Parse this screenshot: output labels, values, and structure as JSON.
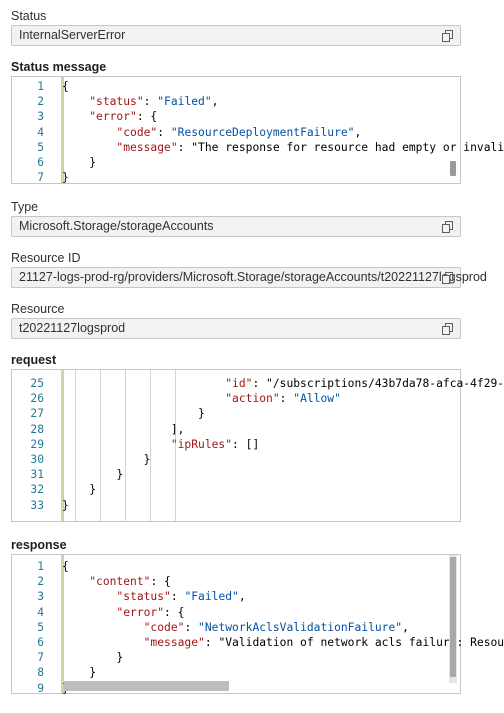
{
  "status": {
    "label": "Status",
    "value": "InternalServerError"
  },
  "status_message": {
    "label": "Status message",
    "lines": [
      {
        "n": "1",
        "t": "{"
      },
      {
        "n": "2",
        "t": "    \"status\": \"Failed\","
      },
      {
        "n": "3",
        "t": "    \"error\": {"
      },
      {
        "n": "4",
        "t": "        \"code\": \"ResourceDeploymentFailure\","
      },
      {
        "n": "5",
        "t": "        \"message\": \"The response for resource had empty or invali"
      },
      {
        "n": "6",
        "t": "    }"
      },
      {
        "n": "7",
        "t": "}"
      }
    ]
  },
  "type": {
    "label": "Type",
    "value": "Microsoft.Storage/storageAccounts"
  },
  "resource_id": {
    "label": "Resource ID",
    "value": "21127-logs-prod-rg/providers/Microsoft.Storage/storageAccounts/t20221127logsprod"
  },
  "resource": {
    "label": "Resource",
    "value": "t20221127logsprod"
  },
  "request": {
    "label": "request",
    "lines": [
      {
        "n": "25",
        "t": "                        \"id\": \"/subscriptions/43b7da78-afca-4f29-"
      },
      {
        "n": "26",
        "t": "                        \"action\": \"Allow\""
      },
      {
        "n": "27",
        "t": "                    }"
      },
      {
        "n": "28",
        "t": "                ],"
      },
      {
        "n": "29",
        "t": "                \"ipRules\": []"
      },
      {
        "n": "30",
        "t": "            }"
      },
      {
        "n": "31",
        "t": "        }"
      },
      {
        "n": "32",
        "t": "    }"
      },
      {
        "n": "33",
        "t": "}"
      }
    ]
  },
  "response": {
    "label": "response",
    "lines": [
      {
        "n": "1",
        "t": "{"
      },
      {
        "n": "2",
        "t": "    \"content\": {"
      },
      {
        "n": "3",
        "t": "        \"status\": \"Failed\","
      },
      {
        "n": "4",
        "t": "        \"error\": {"
      },
      {
        "n": "5",
        "t": "            \"code\": \"NetworkAclsValidationFailure\","
      },
      {
        "n": "6",
        "t": "            \"message\": \"Validation of network acls failure: Resou"
      },
      {
        "n": "7",
        "t": "        }"
      },
      {
        "n": "8",
        "t": "    }"
      },
      {
        "n": "9",
        "t": "}"
      }
    ]
  },
  "icons": {
    "copy": "copy-icon"
  }
}
